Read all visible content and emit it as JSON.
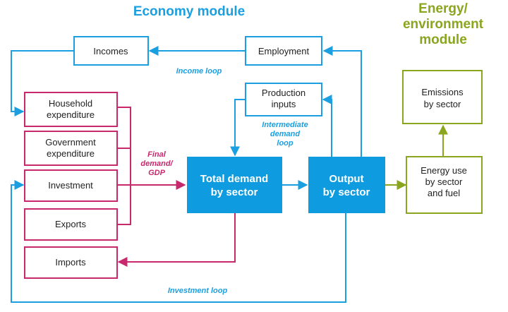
{
  "titles": {
    "economy": "Economy module",
    "energy": [
      "Energy/",
      "environment",
      "module"
    ]
  },
  "nodes": {
    "incomes": [
      "Incomes"
    ],
    "employment": [
      "Employment"
    ],
    "household": [
      "Household",
      "expenditure"
    ],
    "government": [
      "Government",
      "expenditure"
    ],
    "investment": [
      "Investment"
    ],
    "exports": [
      "Exports"
    ],
    "imports": [
      "Imports"
    ],
    "production_inputs": [
      "Production",
      "inputs"
    ],
    "total_demand": [
      "Total demand",
      "by sector"
    ],
    "output": [
      "Output",
      "by sector"
    ],
    "emissions": [
      "Emissions",
      "by sector"
    ],
    "energy_use": [
      "Energy use",
      "by sector",
      "and fuel"
    ]
  },
  "labels": {
    "income_loop": [
      "Income loop"
    ],
    "intermediate_loop": [
      "Intermediate",
      "demand",
      "loop"
    ],
    "final_demand": [
      "Final",
      "demand/",
      "GDP"
    ],
    "investment_loop": [
      "Investment loop"
    ]
  },
  "colors": {
    "blue": "#1b9fe0",
    "pink": "#c8286c",
    "green": "#8aa51e",
    "filled_blue": "#0f9be0"
  }
}
